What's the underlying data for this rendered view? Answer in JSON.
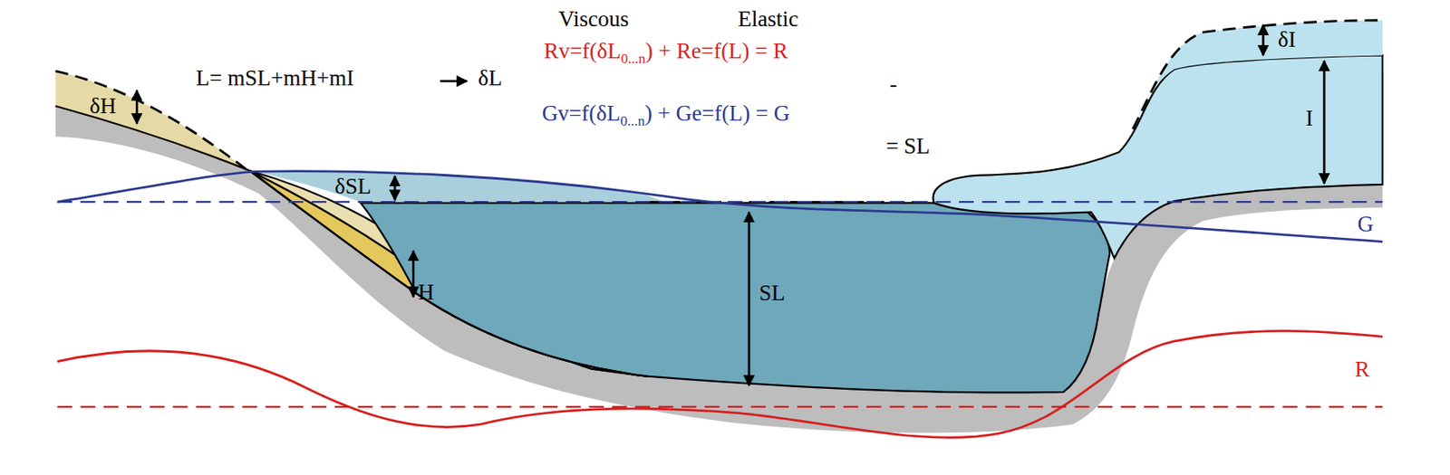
{
  "diagram": {
    "labels": [
      "L= mSL+mH+mI",
      "δL",
      "Viscous",
      "Elastic",
      "Rv=f(δL",
      "0...n",
      ") + Re=f(L) = R",
      "Gv=f(δL",
      "0...n",
      ") + Ge=f(L) = G",
      "-",
      "= SL",
      "δH",
      "H",
      "δSL",
      "SL",
      "δI",
      "I",
      "G",
      "R"
    ]
  }
}
